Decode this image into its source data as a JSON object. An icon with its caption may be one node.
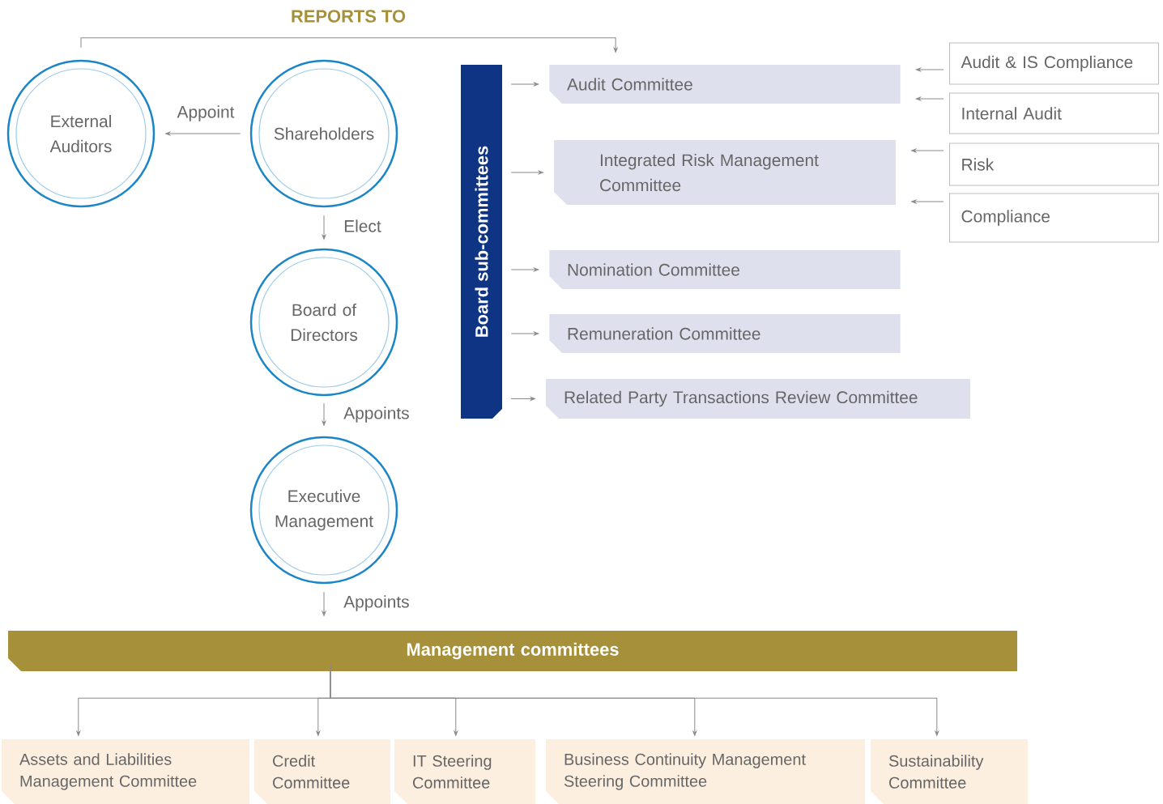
{
  "diagram": {
    "nodes": [
      {
        "text": [
          "External Auditors"
        ]
      },
      {
        "text": [
          "Shareholders"
        ]
      },
      {
        "text": [
          "Board of Directors"
        ]
      },
      {
        "text": [
          "Executive Management"
        ]
      },
      {
        "text": [
          "Board sub-committees"
        ]
      },
      {
        "text": [
          "Audit Committee"
        ]
      },
      {
        "text": [
          "Integrated Risk Management Committee"
        ]
      },
      {
        "text": [
          "Nomination Committee"
        ]
      },
      {
        "text": [
          "Remuneration Committee"
        ]
      },
      {
        "text": [
          "Related Party Transactions Review Committee"
        ]
      },
      {
        "text": [
          "Audit & IS Compliance"
        ]
      },
      {
        "text": [
          "Internal Audit"
        ]
      },
      {
        "text": [
          "Risk"
        ]
      },
      {
        "text": [
          "Compliance"
        ]
      },
      {
        "text": [
          "Management committees"
        ]
      },
      {
        "text": [
          "Assets and Liabilities Management Committee"
        ]
      },
      {
        "text": [
          "Credit Committee"
        ]
      },
      {
        "text": [
          "IT Steering Committee"
        ]
      },
      {
        "text": [
          "Business Continuity Management Steering Committee"
        ]
      },
      {
        "text": [
          "Sustainability Committee"
        ]
      }
    ],
    "edges": [
      {
        "from": 1,
        "to": 0,
        "arrow": "to",
        "label": "Appoint"
      },
      {
        "from": 1,
        "to": 2,
        "arrow": "to",
        "label": "Elect"
      },
      {
        "from": 2,
        "to": 3,
        "arrow": "to",
        "label": "Appoints"
      },
      {
        "from": 3,
        "to": 14,
        "arrow": "to",
        "label": "Appoints"
      },
      {
        "from": 0,
        "to": 5,
        "arrow": "to",
        "label": "REPORTS TO"
      },
      {
        "from": 4,
        "to": 5,
        "arrow": "to"
      },
      {
        "from": 4,
        "to": 6,
        "arrow": "to"
      },
      {
        "from": 4,
        "to": 7,
        "arrow": "to"
      },
      {
        "from": 4,
        "to": 8,
        "arrow": "to"
      },
      {
        "from": 4,
        "to": 9,
        "arrow": "to"
      },
      {
        "from": 10,
        "to": 5,
        "arrow": "to"
      },
      {
        "from": 11,
        "to": 5,
        "arrow": "to"
      },
      {
        "from": 12,
        "to": 6,
        "arrow": "to"
      },
      {
        "from": 13,
        "to": 6,
        "arrow": "to"
      },
      {
        "from": 14,
        "to": 15,
        "arrow": "to"
      },
      {
        "from": 14,
        "to": 16,
        "arrow": "to"
      },
      {
        "from": 14,
        "to": 17,
        "arrow": "to"
      },
      {
        "from": 14,
        "to": 18,
        "arrow": "to"
      },
      {
        "from": 14,
        "to": 19,
        "arrow": "to"
      }
    ]
  }
}
